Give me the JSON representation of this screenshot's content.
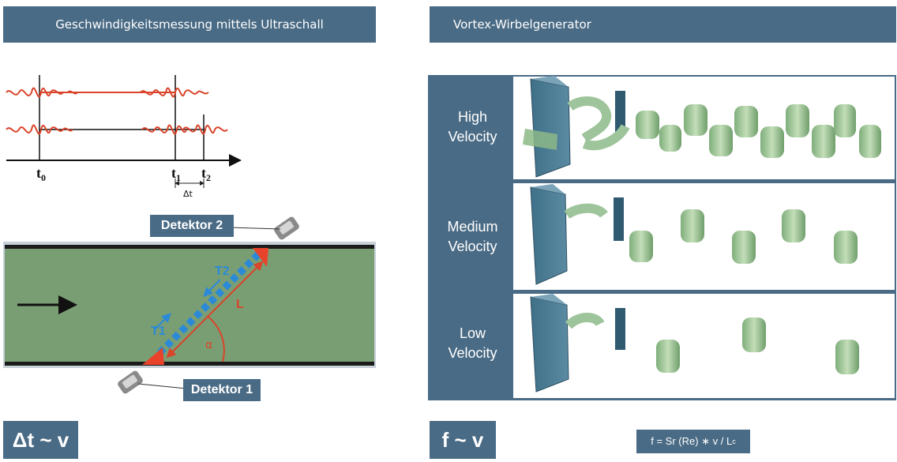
{
  "left": {
    "header": "Geschwindigkeitsmessung mittels Ultraschall",
    "time_labels": {
      "t0": "t",
      "t0_sub": "0",
      "t1": "t",
      "t1_sub": "1",
      "t2": "t",
      "t2_sub": "2",
      "dt": "Δt"
    },
    "pipe_labels": {
      "t1": "T1",
      "t2": "T2",
      "L": "L",
      "alpha": "α"
    },
    "detector_1": "Detektor 1",
    "detector_2": "Detektor 2",
    "formula": "Δt ~ v"
  },
  "right": {
    "header": "Vortex-Wirbelgenerator",
    "velocities": [
      {
        "line1": "High",
        "line2": "Velocity"
      },
      {
        "line1": "Medium",
        "line2": "Velocity"
      },
      {
        "line1": "Low",
        "line2": "Velocity"
      }
    ],
    "formula": "f ~ v",
    "equation": "f = Sr (Re) ∗ v / L",
    "equation_sub": "c"
  },
  "colors": {
    "accent": "#4a6b85",
    "wave": "#d9442a",
    "pipe": "#7a9e74",
    "beam": "#2a8ad8",
    "vortex": "#9dc49a"
  }
}
